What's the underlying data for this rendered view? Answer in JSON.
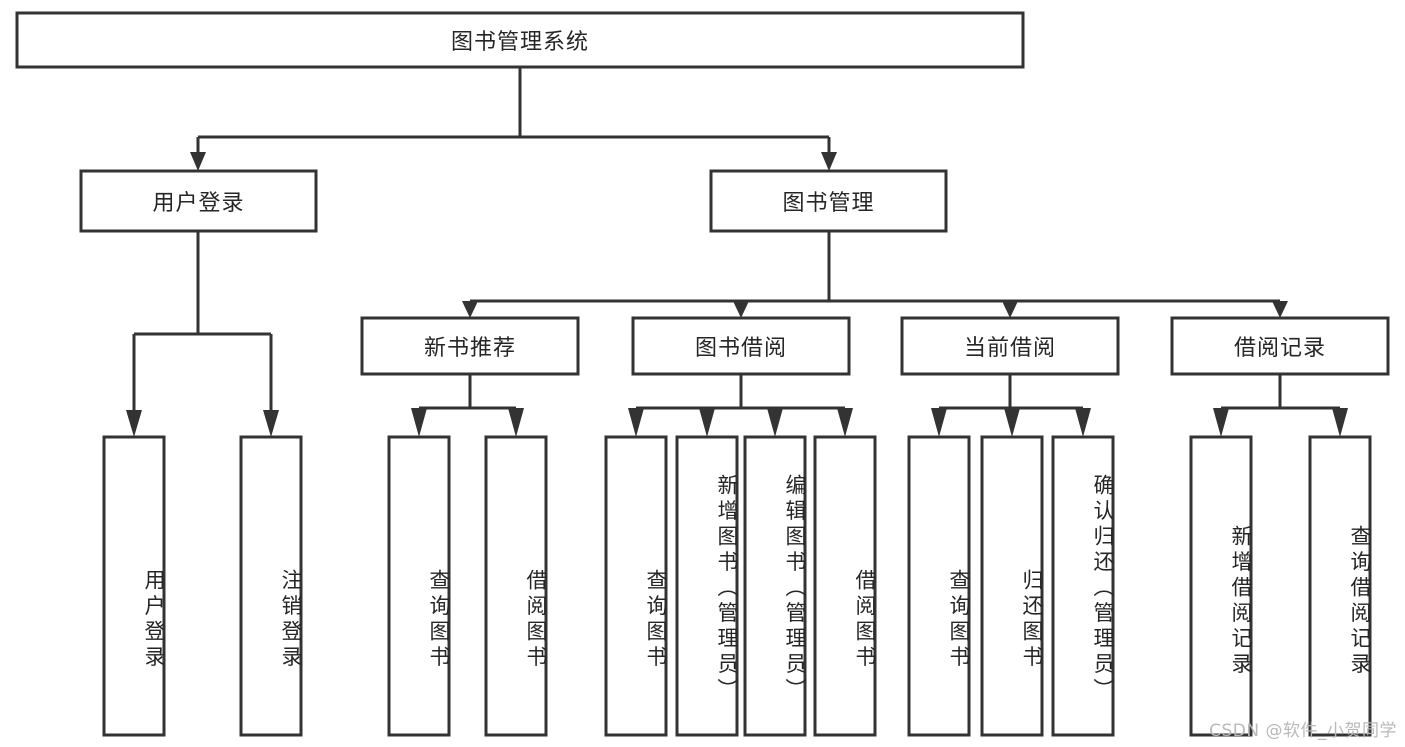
{
  "diagram": {
    "title": "图书管理系统",
    "type": "tree-hierarchy",
    "watermark": "CSDN @软件_小贺同学",
    "colors": {
      "stroke": "#333333",
      "box_fill": "#ffffff",
      "text": "#262626",
      "background": "#ffffff",
      "watermark": "#b9b9b9"
    },
    "root": {
      "label": "图书管理系统"
    },
    "level2": [
      {
        "label": "用户登录"
      },
      {
        "label": "图书管理"
      }
    ],
    "level3": [
      {
        "label": "新书推荐"
      },
      {
        "label": "图书借阅"
      },
      {
        "label": "当前借阅"
      },
      {
        "label": "借阅记录"
      }
    ],
    "leaves": {
      "user_login": [
        {
          "label": "用户登录"
        },
        {
          "label": "注销登录"
        }
      ],
      "new_book": [
        {
          "label": "查询图书"
        },
        {
          "label": "借阅图书"
        }
      ],
      "book_borrow": [
        {
          "label": "查询图书"
        },
        {
          "label": "新增图书（管理员）"
        },
        {
          "label": "编辑图书（管理员）"
        },
        {
          "label": "借阅图书"
        }
      ],
      "current_borrow": [
        {
          "label": "查询图书"
        },
        {
          "label": "归还图书"
        },
        {
          "label": "确认归还（管理员）"
        }
      ],
      "borrow_record": [
        {
          "label": "新增借阅记录"
        },
        {
          "label": "查询借阅记录"
        }
      ]
    }
  }
}
